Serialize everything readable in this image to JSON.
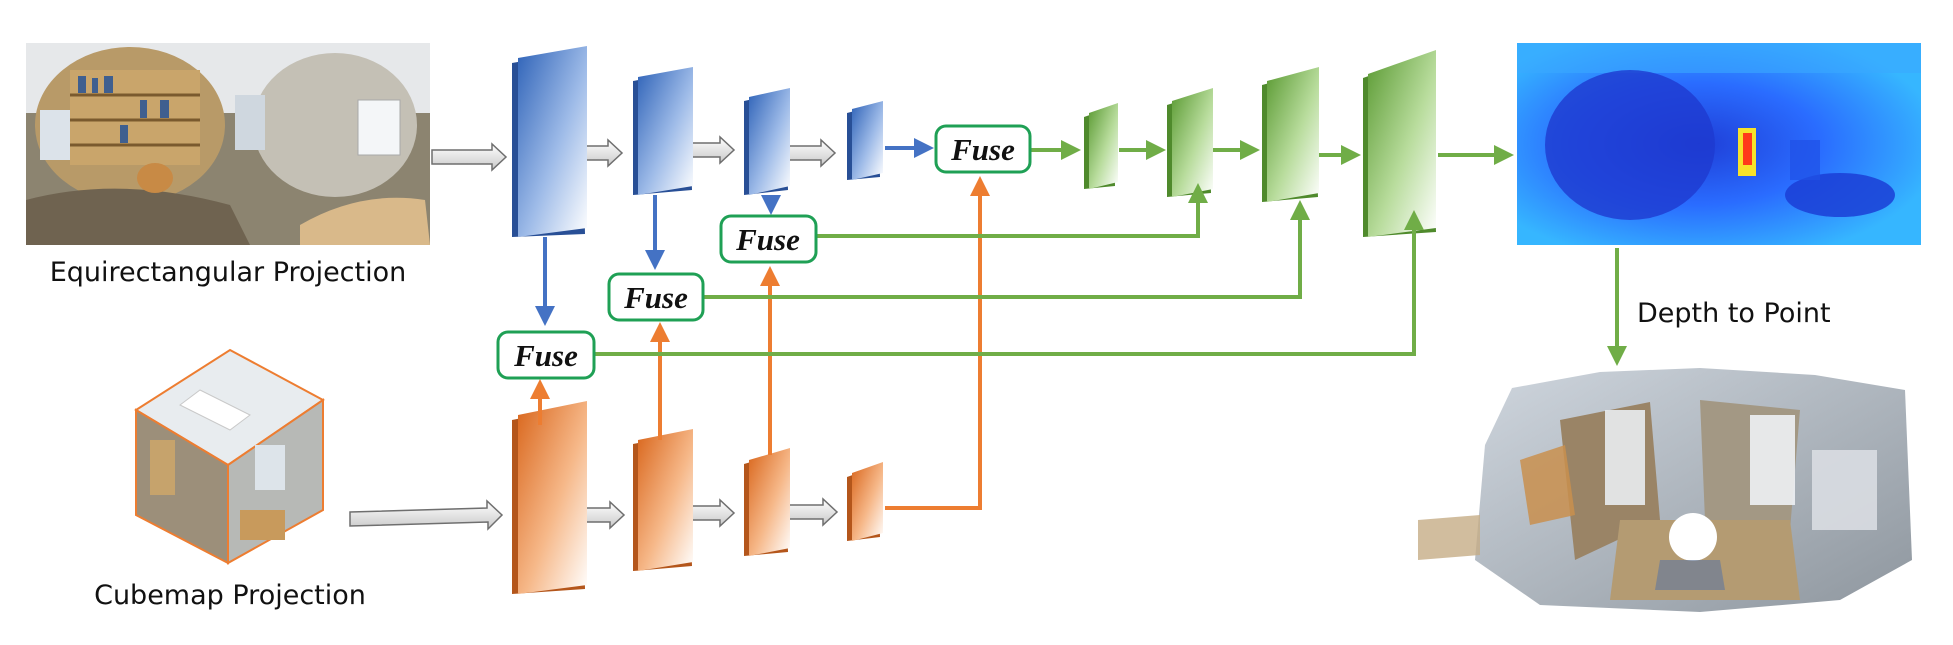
{
  "captions": {
    "equirectangular": "Equirectangular Projection",
    "cubemap": "Cubemap Projection",
    "depth_to_point": "Depth to Point"
  },
  "fuse_label": "Fuse",
  "colors": {
    "equirect_branch": "#4472C4",
    "cubemap_branch": "#ED7D31",
    "fusion_decoder": "#70AD47",
    "fuse_box_border": "#1FA055",
    "depth_map_base": "#2A7BFF"
  },
  "icons": {
    "input_panorama": "equirectangular-room-image",
    "input_cubemap": "cubemap-room-cube",
    "output_depth": "depth-map-image",
    "output_pointcloud": "point-cloud-render"
  }
}
